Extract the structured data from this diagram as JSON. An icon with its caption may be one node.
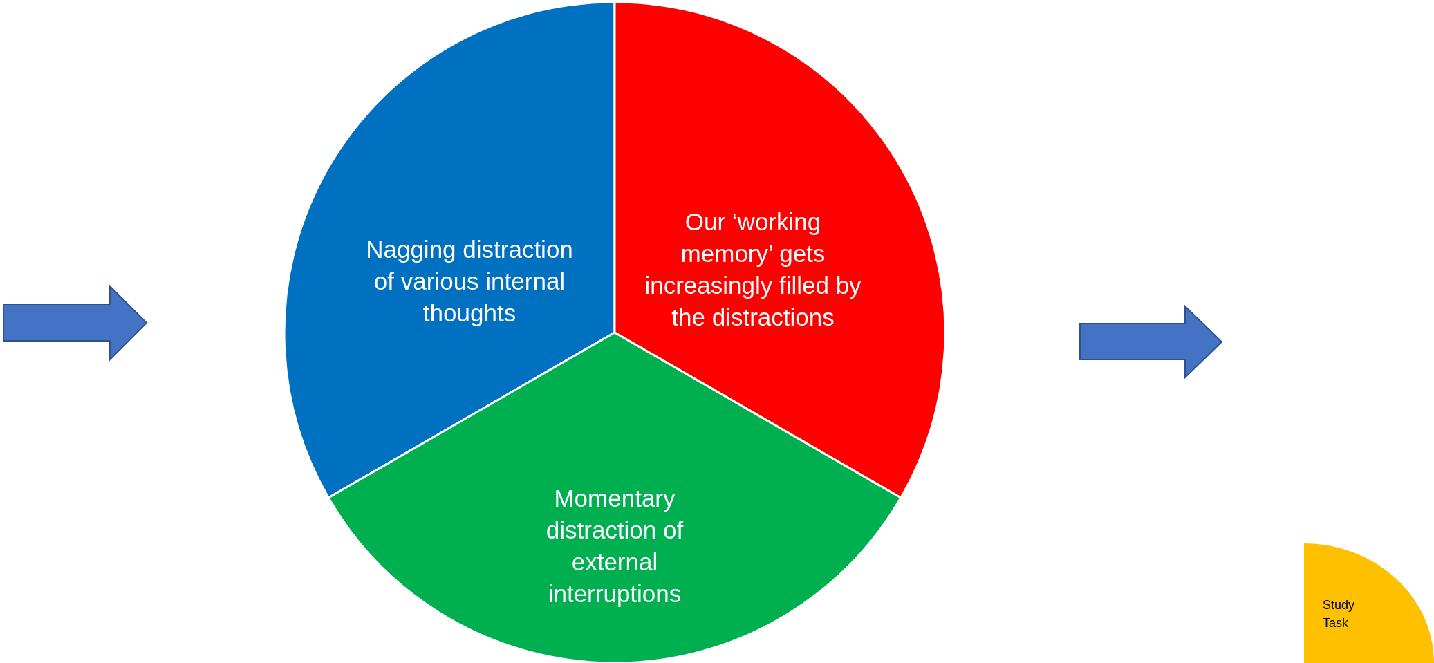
{
  "diagram": {
    "nodes": [
      {
        "text": [
          "Nagging distraction of various internal thoughts"
        ]
      },
      {
        "text": [
          "Our ‘working memory’ gets increasingly filled by the distractions"
        ]
      },
      {
        "text": [
          "Momentary distraction of external interruptions"
        ]
      },
      {
        "text": [
          "Study Task"
        ]
      }
    ]
  }
}
